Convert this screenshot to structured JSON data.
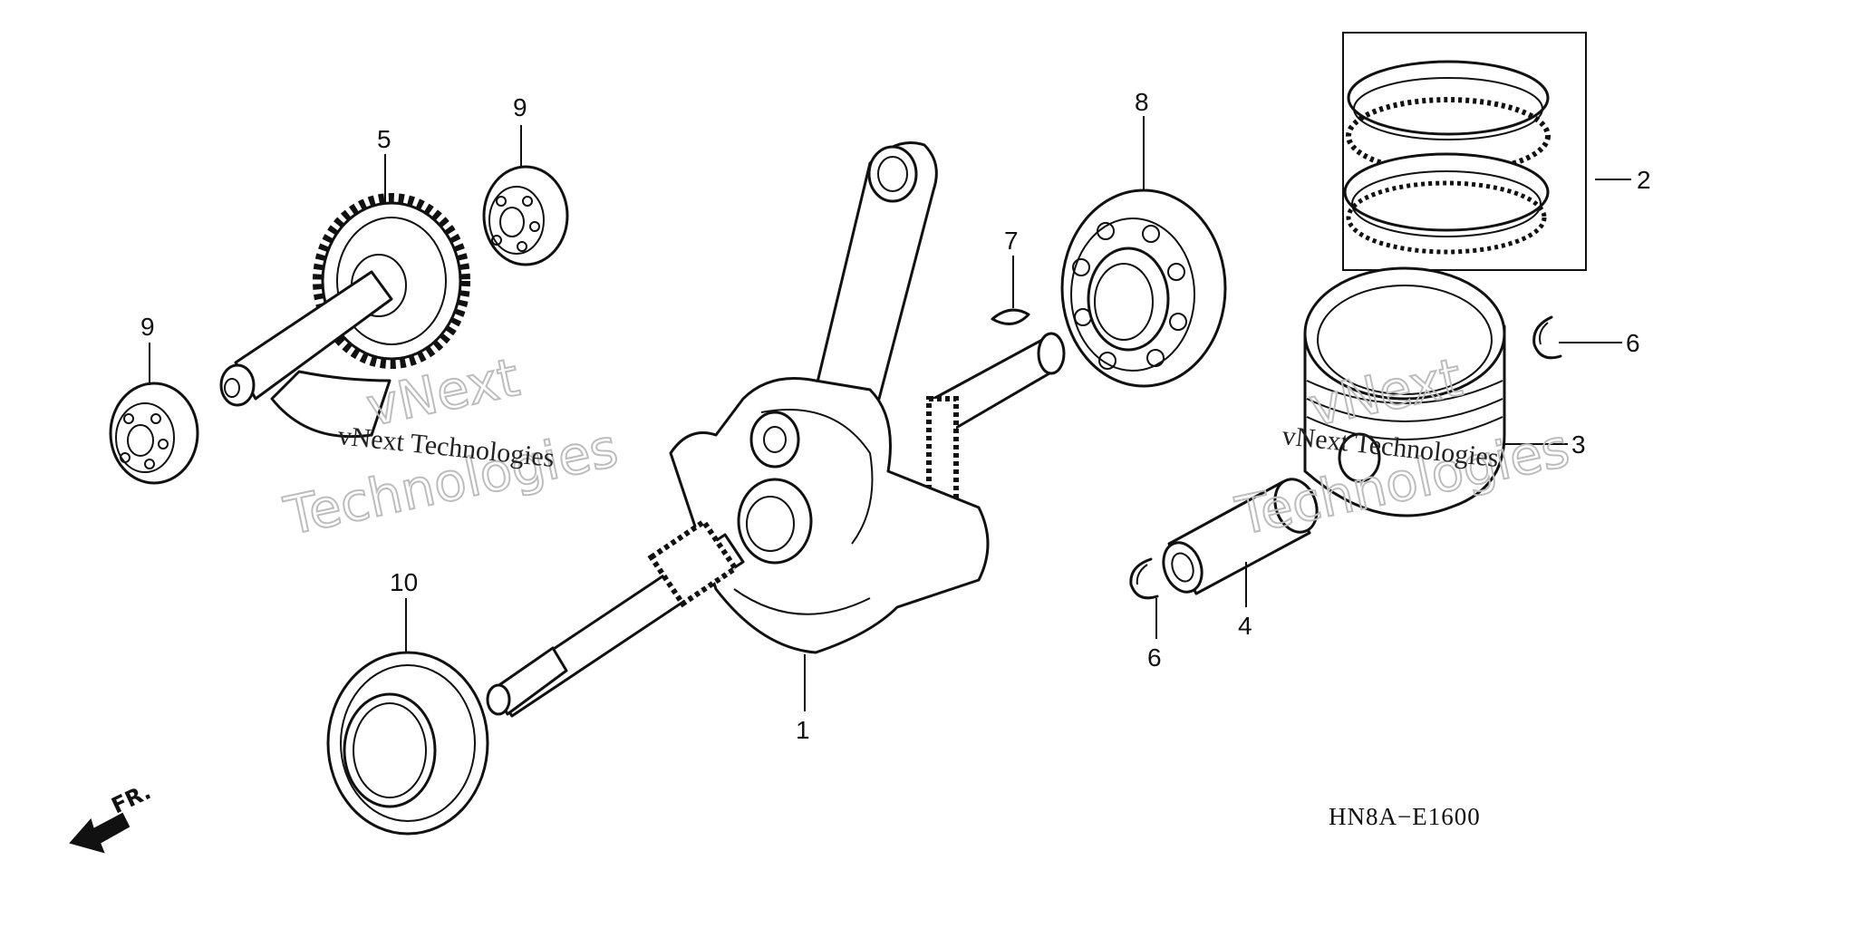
{
  "diagram": {
    "code": "HN8A−E1600",
    "direction_label": "FR.",
    "callouts": [
      "1",
      "2",
      "3",
      "4",
      "5",
      "6",
      "6",
      "7",
      "8",
      "9",
      "9",
      "10"
    ],
    "watermarks": {
      "left_small": "vNext Technologies",
      "left_big_1": "vNext",
      "left_big_2": "Technologies",
      "right_small": "vNext Technologies",
      "right_big_1": "vNext",
      "right_big_2": "Technologies"
    }
  }
}
